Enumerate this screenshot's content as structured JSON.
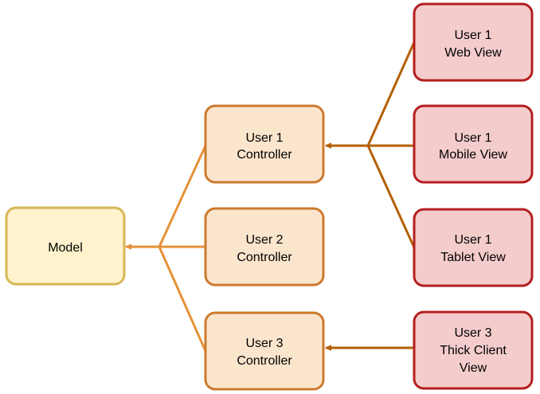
{
  "colors": {
    "model_fill": "#fff2cc",
    "model_stroke": "#d6b656",
    "controller_fill": "#fce5cd",
    "controller_stroke": "#cc7a2e",
    "view_fill": "#f4cccc",
    "view_stroke": "#b41e1e",
    "model_edge": "#e69138",
    "view_edge": "#b45f06"
  },
  "model": {
    "line1": "Model"
  },
  "controllers": {
    "user1": {
      "line1": "User 1",
      "line2": "Controller"
    },
    "user2": {
      "line1": "User 2",
      "line2": "Controller"
    },
    "user3": {
      "line1": "User 3",
      "line2": "Controller"
    }
  },
  "views": {
    "user1_web": {
      "line1": "User 1",
      "line2": "Web View"
    },
    "user1_mobile": {
      "line1": "User 1",
      "line2": "Mobile View"
    },
    "user1_tablet": {
      "line1": "User 1",
      "line2": "Tablet View"
    },
    "user3_thick": {
      "line1": "User 3",
      "line2": "Thick Client",
      "line3": "View"
    }
  }
}
